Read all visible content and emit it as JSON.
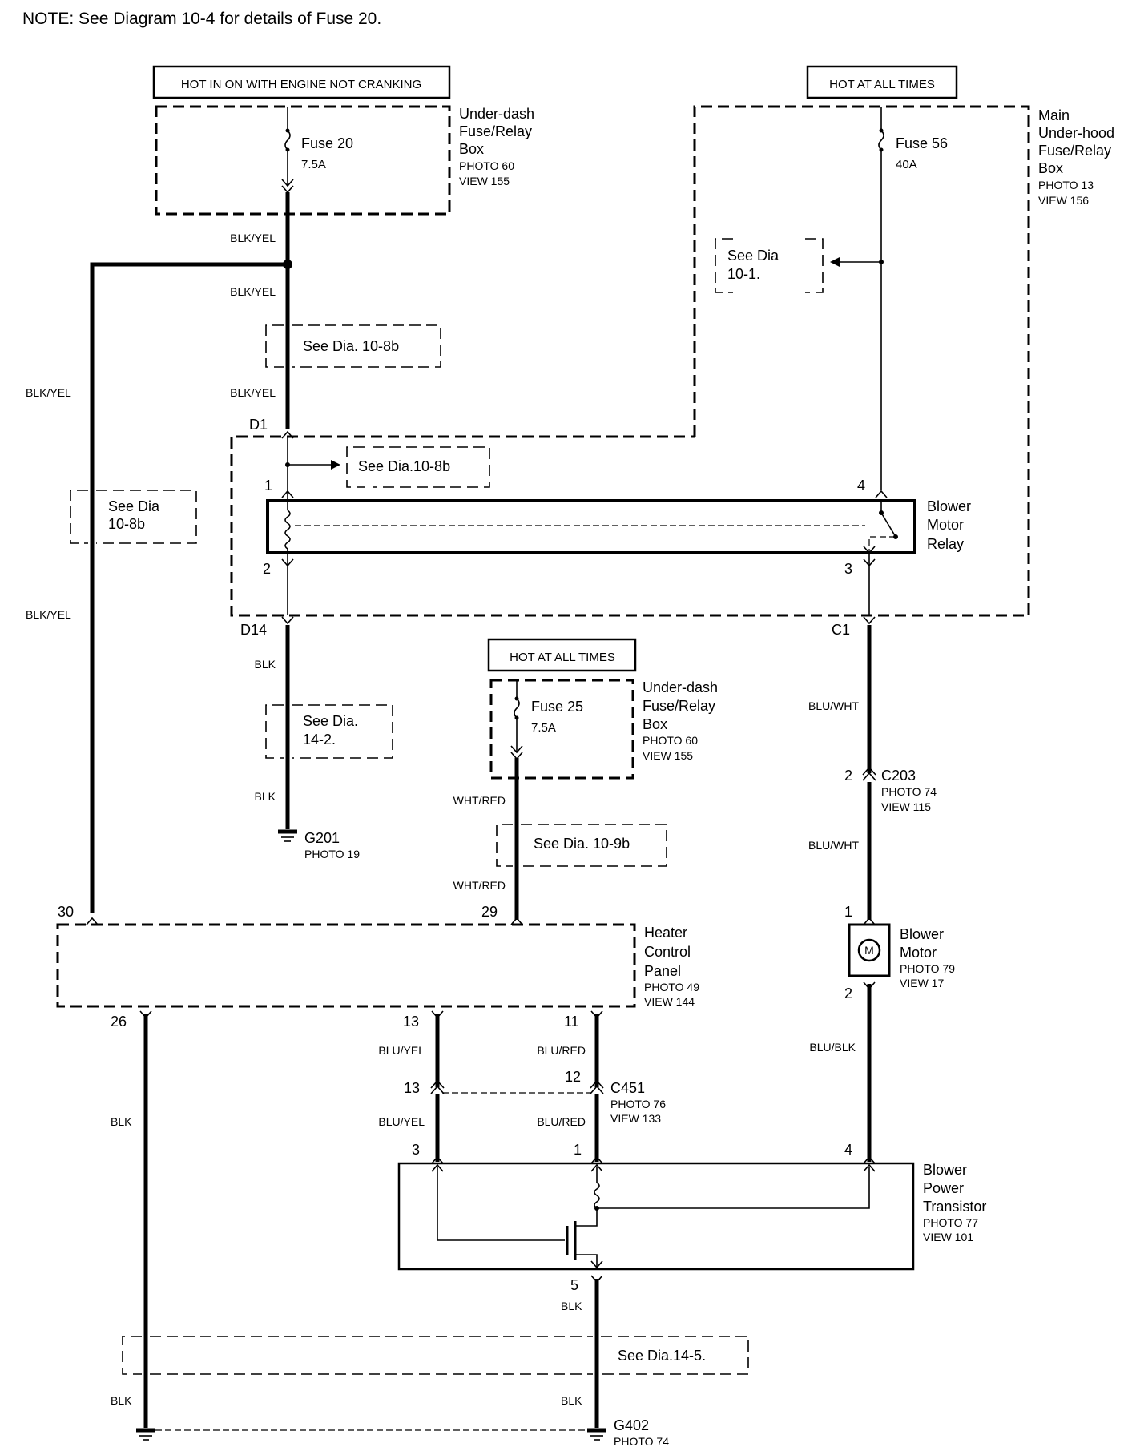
{
  "note": "NOTE: See Diagram 10-4 for details of Fuse 20.",
  "power_labels": {
    "hot_in_on": "HOT IN ON WITH ENGINE NOT CRANKING",
    "hot_all_times_1": "HOT AT ALL TIMES",
    "hot_all_times_2": "HOT AT ALL TIMES"
  },
  "fuse20": {
    "name": "Fuse 20",
    "rating": "7.5A"
  },
  "fuse56": {
    "name": "Fuse 56",
    "rating": "40A"
  },
  "fuse25": {
    "name": "Fuse 25",
    "rating": "7.5A"
  },
  "underdash_box_1": {
    "line1": "Under-dash",
    "line2": "Fuse/Relay",
    "line3": "Box",
    "photo": "PHOTO 60",
    "view": "VIEW 155"
  },
  "underdash_box_2": {
    "line1": "Under-dash",
    "line2": "Fuse/Relay",
    "line3": "Box",
    "photo": "PHOTO 60",
    "view": "VIEW 155"
  },
  "main_box": {
    "line1": "Main",
    "line2": "Under-hood",
    "line3": "Fuse/Relay",
    "line4": "Box",
    "photo": "PHOTO 13",
    "view": "VIEW 156"
  },
  "see_refs": {
    "dia_10_1_a": "See Dia",
    "dia_10_1_b": "10-1.",
    "dia_10_8b_top": "See Dia. 10-8b",
    "dia_10_8b_relay": "See Dia.10-8b",
    "dia_10_8b_left_a": "See Dia",
    "dia_10_8b_left_b": "10-8b",
    "dia_14_2_a": "See Dia.",
    "dia_14_2_b": "14-2.",
    "dia_10_9b": "See Dia. 10-9b",
    "dia_14_5": "See Dia.14-5."
  },
  "wires": {
    "blk_yel_1": "BLK/YEL",
    "blk_yel_2": "BLK/YEL",
    "blk_yel_3": "BLK/YEL",
    "blk_yel_left_1": "BLK/YEL",
    "blk_yel_left_2": "BLK/YEL",
    "blk_1": "BLK",
    "blk_2": "BLK",
    "wht_red_1": "WHT/RED",
    "wht_red_2": "WHT/RED",
    "blu_wht_1": "BLU/WHT",
    "blu_wht_2": "BLU/WHT",
    "blu_yel_1": "BLU/YEL",
    "blu_yel_2": "BLU/YEL",
    "blu_red_1": "BLU/RED",
    "blu_red_2": "BLU/RED",
    "blu_blk": "BLU/BLK",
    "blk_left_1": "BLK",
    "blk_left_2": "BLK",
    "blk_bot_1": "BLK",
    "blk_bot_2": "BLK"
  },
  "pins": {
    "d1": "D1",
    "p1": "1",
    "p2": "2",
    "p3": "3",
    "p4": "4",
    "d14": "D14",
    "c1": "C1",
    "c203_pin": "2",
    "motor_1": "1",
    "motor_2": "2",
    "hcp_30": "30",
    "hcp_29": "29",
    "hcp_26": "26",
    "hcp_13": "13",
    "hcp_11": "11",
    "c451_13": "13",
    "c451_12": "12",
    "bpt_3": "3",
    "bpt_1": "1",
    "bpt_4": "4",
    "bpt_5": "5"
  },
  "relay": {
    "line1": "Blower",
    "line2": "Motor",
    "line3": "Relay"
  },
  "c203": {
    "name": "C203",
    "photo": "PHOTO 74",
    "view": "VIEW 115"
  },
  "g201": {
    "name": "G201",
    "photo": "PHOTO 19"
  },
  "g402": {
    "name": "G402",
    "photo": "PHOTO 74"
  },
  "blower_motor": {
    "line1": "Blower",
    "line2": "Motor",
    "photo": "PHOTO 79",
    "view": "VIEW 17",
    "symbol": "M"
  },
  "hcp": {
    "line1": "Heater",
    "line2": "Control",
    "line3": "Panel",
    "photo": "PHOTO 49",
    "view": "VIEW 144"
  },
  "c451": {
    "name": "C451",
    "photo": "PHOTO 76",
    "view": "VIEW 133"
  },
  "bpt": {
    "line1": "Blower",
    "line2": "Power",
    "line3": "Transistor",
    "photo": "PHOTO 77",
    "view": "VIEW 101"
  }
}
